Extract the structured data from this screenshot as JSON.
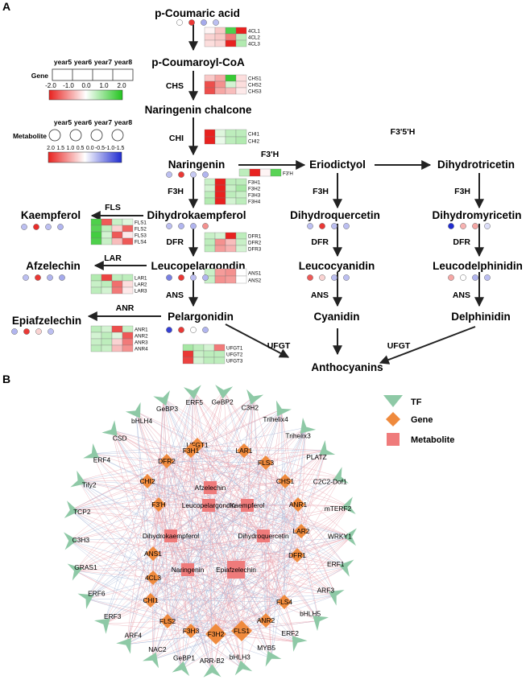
{
  "panels": {
    "a": "A",
    "b": "B"
  },
  "colors": {
    "high": "#e8221f",
    "mid": "#ffffff",
    "low": "#22c41e",
    "met_high": "#e8221f",
    "met_low": "#1f2bd0",
    "tf": "#8ec9a6",
    "gene": "#ef8a3d",
    "metabolite": "#ef7b7b",
    "edge_red": "#e9a1ad",
    "edge_blue": "#a5b5d6"
  },
  "legend": {
    "years": [
      "year5",
      "year6",
      "year7",
      "year8"
    ],
    "gene_label": "Gene",
    "gene_scale": [
      "-2.0",
      "-1.0",
      "0.0",
      "1.0",
      "2.0"
    ],
    "metabolite_label": "Metabolite",
    "metabolite_scale": [
      "2.0",
      "1.5",
      "1.0",
      "0.5",
      "0.0",
      "-0.5",
      "-1.0",
      "-1.5"
    ]
  },
  "pathway": {
    "metabolites": {
      "coumaric": "p-Coumaric acid",
      "coumaroyl": "p-Coumaroyl-CoA",
      "chalcone": "Naringenin chalcone",
      "naringenin": "Naringenin",
      "eriodictyol": "Eriodictyol",
      "dihydrotricetin": "Dihydrotricetin",
      "dihydrokaempferol": "Dihydrokaempferol",
      "dihydroquercetin": "Dihydroquercetin",
      "dihydromyricetin": "Dihydromyricetin",
      "kaempferol": "Kaempferol",
      "leucopelargondin": "Leucopelargondin",
      "leucocyanidin": "Leucocyanidin",
      "leucodelphinidin": "Leucodelphinidin",
      "afzelechin": "Afzelechin",
      "pelargonidin": "Pelargonidin",
      "cyanidin": "Cyanidin",
      "delphinidin": "Delphinidin",
      "epiafzelechin": "Epiafzelechin",
      "anthocyanins": "Anthocyanins"
    },
    "enzymes": {
      "chs": "CHS",
      "chi": "CHI",
      "f3h_a": "F3H",
      "f3h_b": "F3H",
      "f3h_c": "F3H",
      "f3ph": "F3'H",
      "f35h": "F3'5'H",
      "fls": "FLS",
      "dfr_a": "DFR",
      "dfr_b": "DFR",
      "dfr_c": "DFR",
      "lar": "LAR",
      "ans_a": "ANS",
      "ans_b": "ANS",
      "ans_c": "ANS",
      "anr": "ANR",
      "ufgt_a": "UFGT",
      "ufgt_b": "UFGT"
    },
    "heatmaps": {
      "4cl": {
        "rows": [
          "4CL1",
          "4CL2",
          "4CL3"
        ],
        "values": [
          [
            0.1,
            0.5,
            -1.6,
            2.0
          ],
          [
            0.4,
            0.5,
            1.2,
            -0.6
          ],
          [
            0.3,
            0.4,
            2.0,
            -0.7
          ]
        ]
      },
      "chs": {
        "rows": [
          "CHS1",
          "CHS2",
          "CHS3"
        ],
        "values": [
          [
            0.5,
            0.8,
            -1.8,
            0.3
          ],
          [
            1.6,
            1.0,
            -0.4,
            0.3
          ],
          [
            1.6,
            0.8,
            0.6,
            0.2
          ]
        ]
      },
      "chi": {
        "rows": [
          "CHI1",
          "CHI2"
        ],
        "values": [
          [
            2.0,
            -0.3,
            -0.6,
            -0.6
          ],
          [
            2.0,
            -0.2,
            -0.6,
            -0.7
          ]
        ]
      },
      "f3ph": {
        "rows": [
          "F3'H"
        ],
        "values": [
          [
            -0.6,
            2.0,
            0.1,
            -1.5
          ]
        ]
      },
      "f3h": {
        "rows": [
          "F3H1",
          "F3H2",
          "F3H3",
          "F3H4"
        ],
        "values": [
          [
            -0.5,
            2.0,
            -0.6,
            -0.6
          ],
          [
            -0.4,
            2.0,
            -0.5,
            -0.8
          ],
          [
            -0.6,
            2.0,
            -0.6,
            -0.5
          ],
          [
            -0.7,
            2.0,
            -0.4,
            -0.6
          ]
        ]
      },
      "fls": {
        "rows": [
          "FLS1",
          "FLS2",
          "FLS3",
          "FLS4"
        ],
        "values": [
          [
            -1.6,
            1.5,
            -0.5,
            -0.3
          ],
          [
            -1.5,
            -0.6,
            0.4,
            1.4
          ],
          [
            -1.7,
            -0.4,
            1.5,
            0.2
          ],
          [
            -1.6,
            -0.5,
            0.6,
            1.5
          ]
        ]
      },
      "dfr": {
        "rows": [
          "DFR1",
          "DFR2",
          "DFR3"
        ],
        "values": [
          [
            -0.5,
            -0.4,
            2.0,
            -0.6
          ],
          [
            -0.6,
            1.0,
            0.6,
            -0.5
          ],
          [
            -0.6,
            0.9,
            0.7,
            -0.4
          ]
        ]
      },
      "lar": {
        "rows": [
          "LAR1",
          "LAR2",
          "LAR3"
        ],
        "values": [
          [
            -0.7,
            1.7,
            -0.6,
            -0.6
          ],
          [
            -0.5,
            -0.6,
            1.3,
            0.3
          ],
          [
            -0.6,
            -0.4,
            1.2,
            0.2
          ]
        ]
      },
      "ans": {
        "rows": [
          "ANS1",
          "ANS2"
        ],
        "values": [
          [
            -0.5,
            0.9,
            1.0,
            0.0
          ],
          [
            -0.5,
            1.0,
            0.9,
            0.0
          ]
        ]
      },
      "anr": {
        "rows": [
          "ANR1",
          "ANR2",
          "ANR3",
          "ANR4"
        ],
        "values": [
          [
            -0.6,
            -0.4,
            1.6,
            -0.5
          ],
          [
            -0.4,
            -0.6,
            -0.3,
            1.5
          ],
          [
            -0.5,
            -0.6,
            0.4,
            1.2
          ],
          [
            -0.6,
            -0.5,
            0.6,
            1.0
          ]
        ]
      },
      "ufgt": {
        "rows": [
          "UFGT1",
          "UFGT2",
          "UFGT3"
        ],
        "values": [
          [
            -0.8,
            -0.6,
            -0.4,
            1.2
          ],
          [
            1.8,
            -0.5,
            -0.6,
            -0.6
          ],
          [
            1.7,
            -0.4,
            -0.6,
            -0.6
          ]
        ]
      }
    },
    "met_dots": {
      "coumaric": [
        0.0,
        1.8,
        -0.8,
        -0.6
      ],
      "naringenin": [
        -0.6,
        1.8,
        -0.5,
        -0.7
      ],
      "dihydrokaempferol": [
        -0.6,
        -0.7,
        -0.7,
        1.0
      ],
      "dihydroquercetin": [
        -0.6,
        1.8,
        -0.6,
        -0.6
      ],
      "dihydromyricetin": [
        -2.0,
        0.7,
        0.8,
        -0.3
      ],
      "kaempferol": [
        -0.6,
        1.9,
        -0.6,
        -0.7
      ],
      "leucopelargondin": [
        -1.2,
        1.8,
        -0.6,
        -0.7
      ],
      "leucocyanidin": [
        1.5,
        0.4,
        -0.6,
        -0.6
      ],
      "leucodelphinidin": [
        0.8,
        0.0,
        -0.7,
        -0.6
      ],
      "afzelechin": [
        -0.6,
        1.8,
        -0.7,
        -0.8
      ],
      "pelargonidin": [
        -1.8,
        1.8,
        0.0,
        -0.7
      ],
      "epiafzelechin": [
        -0.7,
        1.8,
        0.4,
        -0.6
      ]
    }
  },
  "network": {
    "legend": {
      "tf": "TF",
      "gene": "Gene",
      "metabolite": "Metabolite"
    },
    "tfs": [
      "ERF5",
      "GeBP2",
      "C3H2",
      "Trihelix4",
      "Trihelix3",
      "PLATZ",
      "C2C2-Dof1",
      "mTERF2",
      "WRKY1",
      "ERF1",
      "ARF3",
      "bHLH5",
      "ERF2",
      "MYB5",
      "bHLH3",
      "ARR-B2",
      "GeBP1",
      "NAC2",
      "ARF4",
      "ERF3",
      "ERF6",
      "GRAS1",
      "C3H3",
      "TCP2",
      "Tify2",
      "ERF4",
      "CSD",
      "bHLH4",
      "GeBP3"
    ],
    "genes": [
      "UFGT1",
      "F3H1",
      "LAR1",
      "DFR2",
      "FLS3",
      "CHI2",
      "CHS1",
      "F3'H",
      "ANR1",
      "ANS1",
      "LAR2",
      "4CL3",
      "DFR1",
      "CHI1",
      "FLS4",
      "FLS2",
      "F3H3",
      "ANR2",
      "F3H2",
      "FLS1"
    ],
    "metabolites": [
      "Afzelechin",
      "Leucopelargondin",
      "Kaempferol",
      "Dihydrokaempferol",
      "Dihydroquercetin",
      "Naringenin",
      "Epiafzelechin"
    ]
  }
}
